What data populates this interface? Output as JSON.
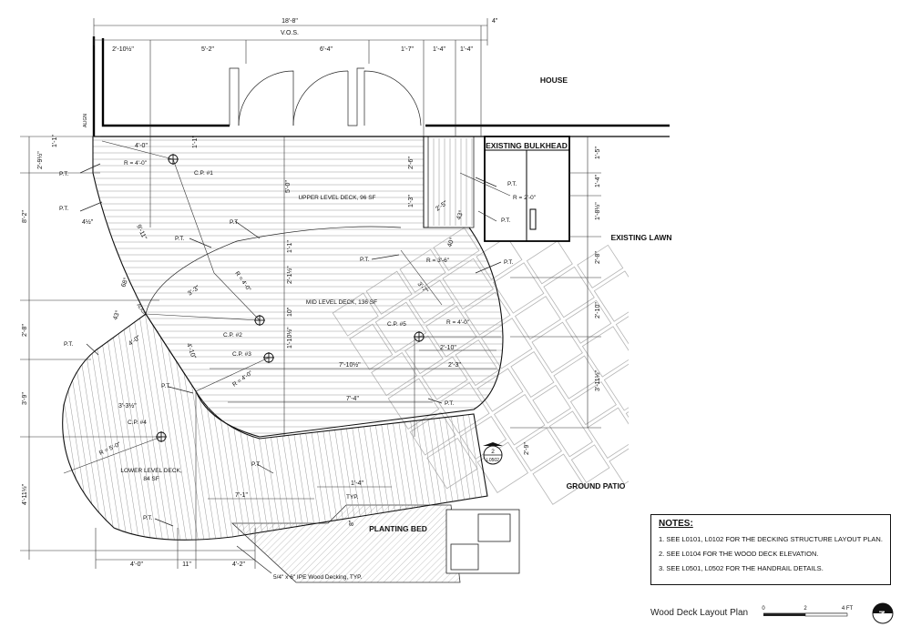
{
  "labels": {
    "overall_dim": "18'-8\"",
    "vos": "V.O.S.",
    "top_right_dim": "4\"",
    "top_dims": [
      "2'-10½\"",
      "5'-2\"",
      "6'-4\"",
      "1'-7\"",
      "1'-4\"",
      "1'-4\""
    ],
    "house": "HOUSE",
    "existing_bulkhead": "EXISTING BULKHEAD",
    "existing_lawn": "EXISTING LAWN",
    "ground_patio": "GROUND PATIO",
    "planting_bed": "PLANTING BED",
    "upper_deck": "UPPER LEVEL DECK, 96 SF",
    "mid_deck": "MID LEVEL DECK, 136 SF",
    "lower_deck_1": "LOWER LEVEL DECK,",
    "lower_deck_2": "84 SF",
    "decking_callout": "5/4\" x 6\" IPE Wood Decking, TYP.",
    "typ": "TYP.",
    "align": "ALIGN",
    "cp1": "C.P. #1",
    "cp2": "C.P. #2",
    "cp3": "C.P. #3",
    "cp4": "C.P. #4",
    "cp5": "C.P. #5",
    "pt": "P.T.",
    "r_4_0": "R = 4'-0\"",
    "r_3_6": "R = 3'-6\"",
    "r_2_0": "R = 2'-0\"",
    "r_5_0": "R = 5'-0\"",
    "left_dims": [
      "1'-1\"",
      "2'-9½\"",
      "8'-2\"",
      "2'-8\"",
      "3'-9\"",
      "4'-11½\""
    ],
    "right_dims": [
      "1'-5\"",
      "1'-4\"",
      "1'-8½\"",
      "2'-8\"",
      "2'-10\"",
      "3'-11½\""
    ],
    "bottom_dims": [
      "4'-0\"",
      "11\"",
      "4'-2\""
    ],
    "misc_dims": {
      "d_4_0": "4'-0\"",
      "d_1_1": "1'-1\"",
      "d_4_5": "4½\"",
      "d_5_0": "5'-0\"",
      "d_9_11": "9'-11\"",
      "d_2_6": "2'-6\"",
      "d_1_3": "1'-3\"",
      "d_2_5": "2'-5\"",
      "d_1_1b": "1'-1\"",
      "d_2_1": "2'-1½\"",
      "d_10": "10\"",
      "d_1_10": "1'-10½\"",
      "d_3_7": "3'-7\"",
      "d_4_0b": "4'-0\"",
      "d_3_3": "3'-3\"",
      "d_68": "68°",
      "d_2_10": "2'-10\"",
      "d_7_10": "7'-10½\"",
      "d_2_3": "2'-3\"",
      "d_7_4": "7'-4\"",
      "d_4_0c": "4'-0\"",
      "d_3_3half": "3'-3½\"",
      "d_4_10": "4'-10\"",
      "d_7_1": "7'-1\"",
      "d_1_4": "1'-4\"",
      "d_8": "8\"",
      "d_2_9": "2'-9\"",
      "d_43": "43°",
      "d_40": "40°",
      "d_43b": "43°"
    },
    "section_num": "2",
    "section_sheet": "L0502"
  },
  "notes": {
    "title": "NOTES:",
    "items": [
      "1. SEE L0101, L0102 FOR THE DECKING STRUCTURE LAYOUT PLAN.",
      "2. SEE L0104 FOR THE WOOD DECK ELEVATION.",
      "3. SEE L0501, L0502 FOR THE HANDRAIL DETAILS."
    ]
  },
  "footer": {
    "title": "Wood Deck Layout Plan",
    "scale_labels": [
      "0",
      "2",
      "4 FT"
    ],
    "north": "N"
  }
}
